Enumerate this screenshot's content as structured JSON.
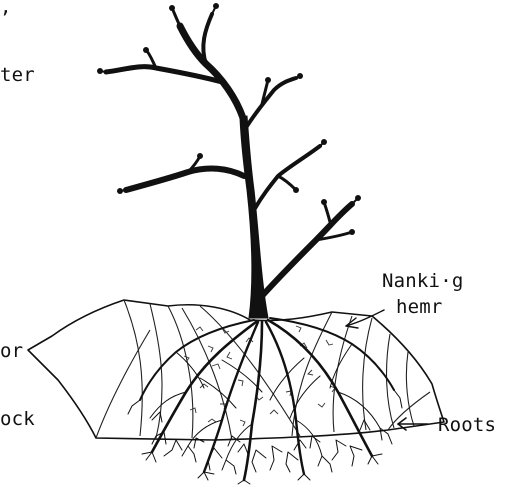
{
  "figure": {
    "subject": "tree-with-wrapped-root-ball",
    "left_margin_fragments": [
      ",",
      "ter",
      "or",
      "ock"
    ],
    "labels": {
      "wrap_line1": "Nanki·g",
      "wrap_line2": "hemr",
      "roots": "Roots"
    },
    "colors": {
      "ink": "#111111",
      "paper": "#ffffff"
    }
  }
}
